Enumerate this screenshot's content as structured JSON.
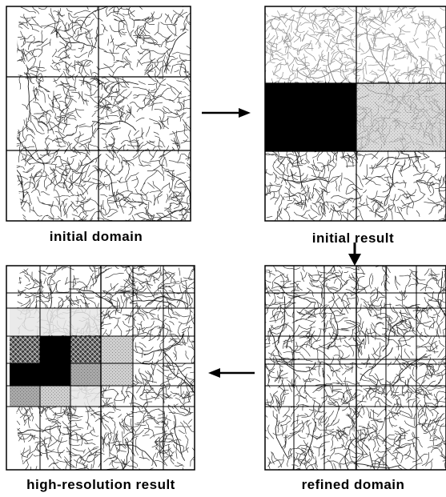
{
  "panels": [
    {
      "id": "initial-domain",
      "caption": "initial domain"
    },
    {
      "id": "initial-result",
      "caption": "initial result"
    },
    {
      "id": "high-resolution-result",
      "caption": "high-resolution result"
    },
    {
      "id": "refined-domain",
      "caption": "refined domain"
    }
  ],
  "arrows": [
    "arrow-right-icon",
    "arrow-down-icon",
    "arrow-left-icon"
  ],
  "colors": {
    "ink": "#000000",
    "background": "#ffffff",
    "shade_light": "#d2d2d2",
    "shade_mid": "#a6a6a6",
    "fill_dark": "#000000"
  }
}
